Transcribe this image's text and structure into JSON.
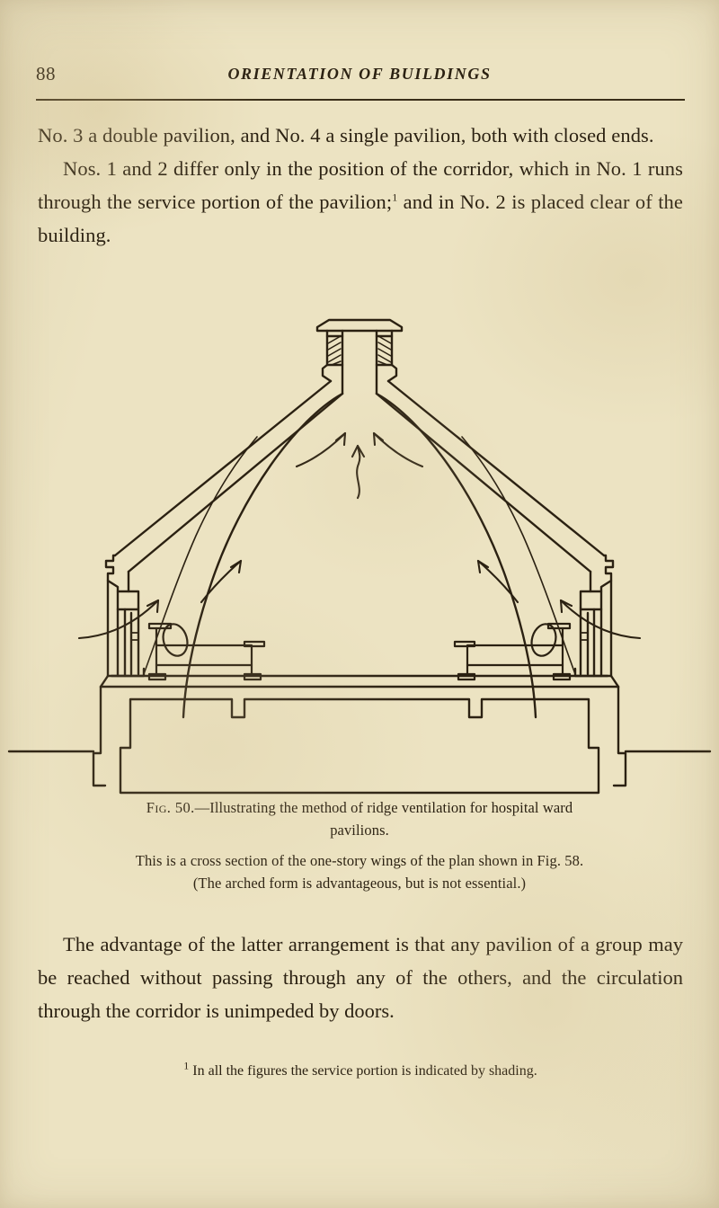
{
  "page": {
    "folio": "88",
    "running_title": "ORIENTATION OF BUILDINGS",
    "background_color": "#ece3c2",
    "ink_color": "#2b2112"
  },
  "body": {
    "paragraph_1": "No. 3 a double pavilion, and No. 4 a single pavilion, both with closed ends.",
    "paragraph_2_part1": "Nos. 1 and 2 differ only in the position of the corridor, which in No. 1 runs through the service portion of the pavilion;",
    "paragraph_2_footnote_marker": "1",
    "paragraph_2_part2": " and in No. 2 is placed clear of the building."
  },
  "figure": {
    "label": "Fig. 50.",
    "dash": "—",
    "caption_line_1": "Illustrating the method of ridge ventilation for hospital ward",
    "caption_line_2": "pavilions.",
    "note_line_1": "This is a cross section of the one-story wings of the plan shown in Fig. 58.",
    "note_line_2": "(The arched form is advantageous, but is not essential.)",
    "drawing": {
      "title": "Cross section of a hospital ward pavilion with ridge ventilator",
      "elements": [
        "ridge-ventilator-cap",
        "ridge-ventilator-louvers",
        "gable-roof",
        "arched-ceiling",
        "eave-bracket-left",
        "eave-bracket-right",
        "window-left",
        "window-right",
        "bed-left",
        "bed-right",
        "floor-slab",
        "basement-wall",
        "ground-line-left",
        "ground-line-right",
        "airflow-arrows"
      ],
      "airflow_arrow_count": 6
    }
  },
  "closing": {
    "paragraph": "The advantage of the latter arrangement is that any pavilion of a group may be reached without passing through any of the others, and the circulation through the corridor is unimpeded by doors."
  },
  "footnote": {
    "marker": "1",
    "text": "In all the figures the service portion is indicated by shading."
  }
}
